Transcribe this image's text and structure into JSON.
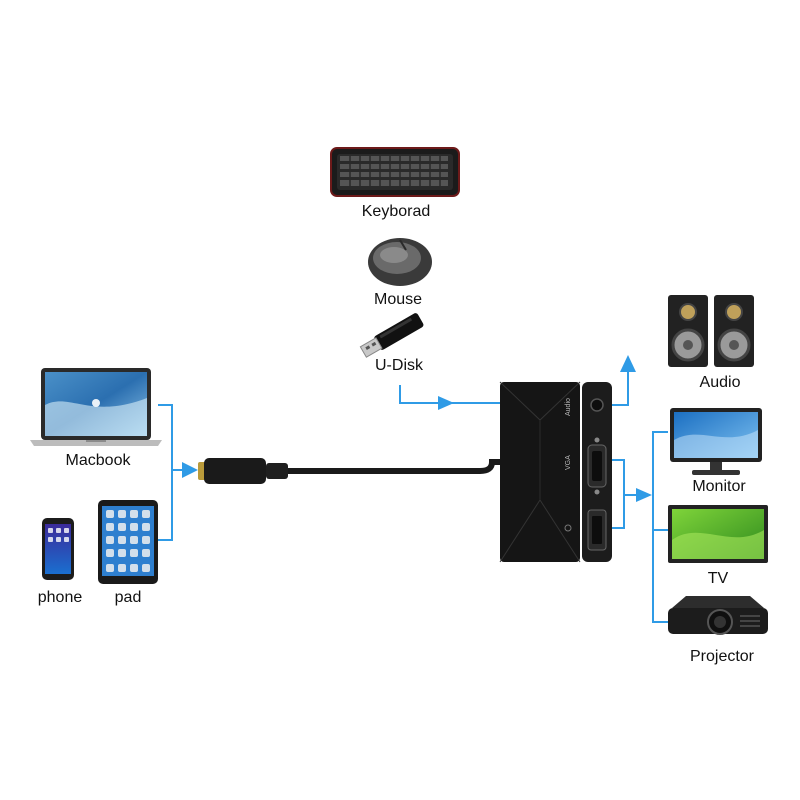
{
  "labels": {
    "keyboard": "Keyborad",
    "mouse": "Mouse",
    "udisk": "U-Disk",
    "macbook": "Macbook",
    "phone": "phone",
    "pad": "pad",
    "audio": "Audio",
    "monitor": "Monitor",
    "tv": "TV",
    "projector": "Projector"
  },
  "ports": {
    "audio": "Audio",
    "vga": "VGA"
  },
  "colors": {
    "connector_line": "#2f9be6",
    "device_body": "#151515",
    "cable": "#1a1a1a"
  }
}
